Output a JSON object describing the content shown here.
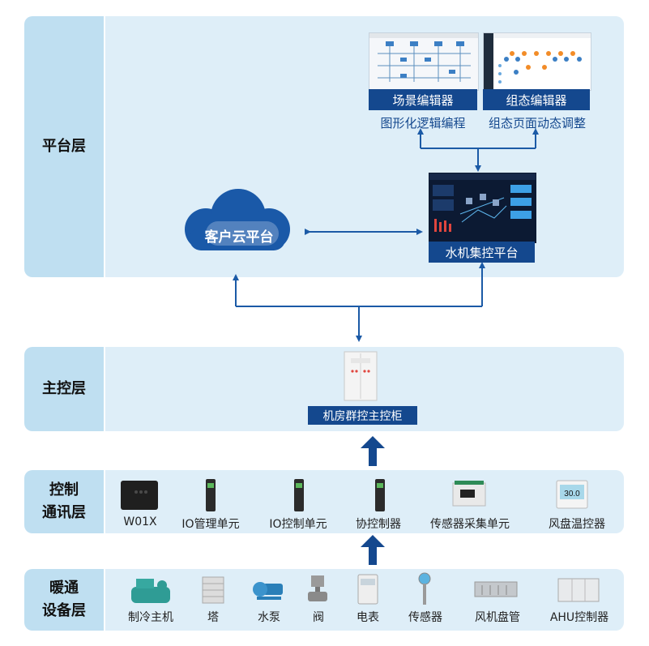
{
  "layers": {
    "platform": {
      "label": "平台层"
    },
    "master": {
      "label": "主控层"
    },
    "comm": {
      "label_line1": "控制",
      "label_line2": "通讯层"
    },
    "hvac": {
      "label_line1": "暖通",
      "label_line2": "设备层"
    }
  },
  "platform": {
    "scene_editor": "场景编辑器",
    "scene_editor_desc": "图形化逻辑编程",
    "config_editor": "组态编辑器",
    "config_editor_desc": "组态页面动态调整",
    "cloud": "客户云平台",
    "water_platform": "水机集控平台"
  },
  "master": {
    "cabinet_label": "机房群控主控柜"
  },
  "comm_devices": [
    "W01X",
    "IO管理单元",
    "IO控制单元",
    "协控制器",
    "传感器采集单元",
    "风盘温控器"
  ],
  "hvac_devices": [
    "制冷主机",
    "塔",
    "水泵",
    "阀",
    "电表",
    "传感器",
    "风机盘管",
    "AHU控制器"
  ],
  "thermostat_display": "30.0",
  "colors": {
    "accent": "#14488e",
    "label_bg": "#bfdff1",
    "body_bg": "#deeef8",
    "arrow": "#1b5aa6"
  }
}
